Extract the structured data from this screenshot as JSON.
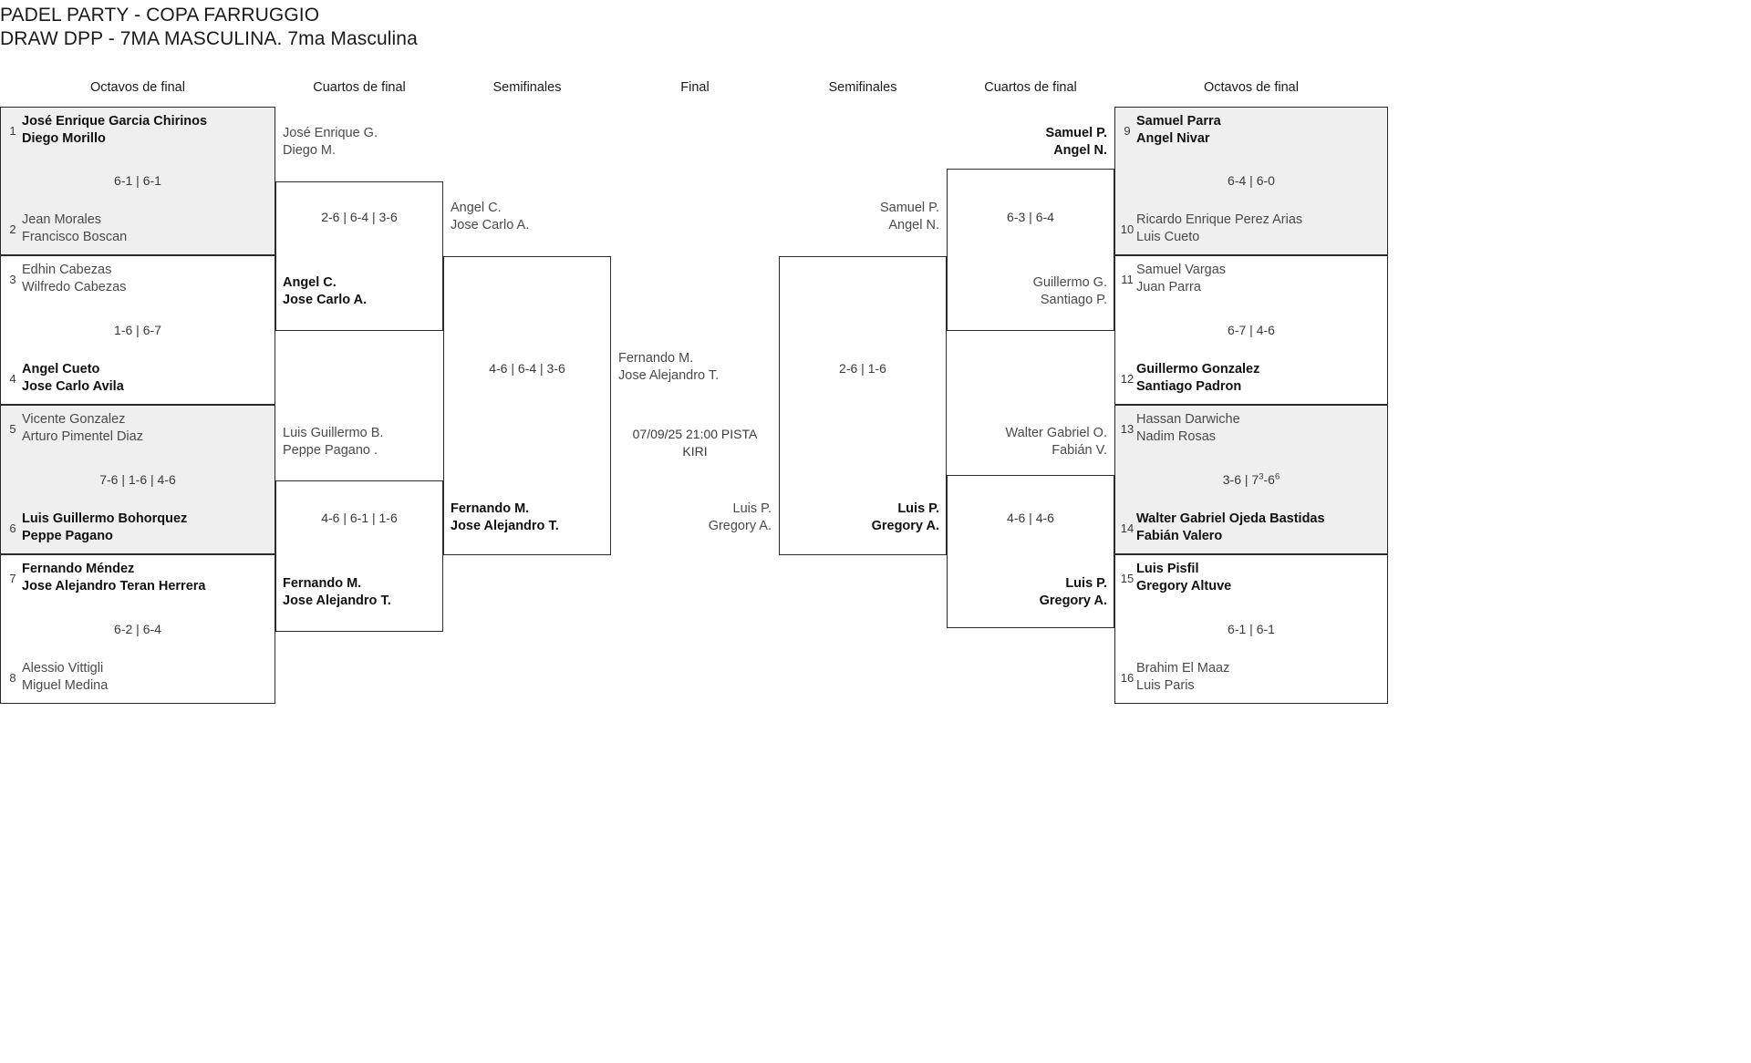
{
  "header": {
    "line1": "PADEL PARTY - COPA FARRUGGIO",
    "line2": "DRAW DPP - 7MA MASCULINA. 7ma Masculina"
  },
  "rounds": {
    "l_octavos": "Octavos de final",
    "l_cuartos": "Cuartos de final",
    "l_semis": "Semifinales",
    "final": "Final",
    "r_semis": "Semifinales",
    "r_cuartos": "Cuartos de final",
    "r_octavos": "Octavos de final"
  },
  "left": {
    "octavos": [
      {
        "seed_a": "1",
        "a1": "José Enrique Garcia Chirinos",
        "a2": "Diego Morillo",
        "a_win": true,
        "seed_b": "2",
        "b1": "Jean Morales",
        "b2": "Francisco Boscan",
        "b_win": false,
        "score": "6-1 | 6-1"
      },
      {
        "seed_a": "3",
        "a1": "Edhin Cabezas",
        "a2": "Wilfredo Cabezas",
        "a_win": false,
        "seed_b": "4",
        "b1": "Angel Cueto",
        "b2": "Jose Carlo Avila",
        "b_win": true,
        "score": "1-6 | 6-7"
      },
      {
        "seed_a": "5",
        "a1": "Vicente Gonzalez",
        "a2": "Arturo Pimentel Diaz",
        "a_win": false,
        "seed_b": "6",
        "b1": "Luis Guillermo Bohorquez",
        "b2": "Peppe Pagano",
        "b_win": true,
        "score": "7-6 | 1-6 | 4-6"
      },
      {
        "seed_a": "7",
        "a1": "Fernando Méndez",
        "a2": "Jose Alejandro Teran Herrera",
        "a_win": true,
        "seed_b": "8",
        "b1": "Alessio Vittigli",
        "b2": "Miguel Medina",
        "b_win": false,
        "score": "6-2 | 6-4"
      }
    ],
    "cuartos": [
      {
        "a1": "José Enrique G.",
        "a2": "Diego M.",
        "a_win": false,
        "b1": "Angel C.",
        "b2": "Jose Carlo A.",
        "b_win": true,
        "score": "2-6 | 6-4 | 3-6"
      },
      {
        "a1": "Luis Guillermo B.",
        "a2": "Peppe Pagano .",
        "a_win": false,
        "b1": "Fernando M.",
        "b2": "Jose Alejandro T.",
        "b_win": true,
        "score": "4-6 | 6-1 | 1-6"
      }
    ],
    "semis": [
      {
        "a1": "Angel C.",
        "a2": "Jose Carlo A.",
        "a_win": false,
        "b1": "Fernando M.",
        "b2": "Jose Alejandro T.",
        "b_win": true,
        "score": "4-6 | 6-4 | 3-6"
      }
    ]
  },
  "final": {
    "top1": "Fernando M.",
    "top2": "Jose Alejandro T.",
    "info_line1": "07/09/25 21:00 PISTA",
    "info_line2": "KIRI",
    "bot1": "Luis P.",
    "bot2": "Gregory A."
  },
  "right": {
    "octavos": [
      {
        "seed_a": "9",
        "a1": "Samuel Parra",
        "a2": "Angel Nivar",
        "a_win": true,
        "seed_b": "10",
        "b1": "Ricardo Enrique Perez Arias",
        "b2": "Luis Cueto",
        "b_win": false,
        "score": "6-4 | 6-0"
      },
      {
        "seed_a": "11",
        "a1": "Samuel Vargas",
        "a2": "Juan Parra",
        "a_win": false,
        "seed_b": "12",
        "b1": "Guillermo Gonzalez",
        "b2": "Santiago Padron",
        "b_win": true,
        "score": "6-7 | 4-6"
      },
      {
        "seed_a": "13",
        "a1": "Hassan Darwiche",
        "a2": "Nadim Rosas",
        "a_win": false,
        "seed_b": "14",
        "b1": "Walter Gabriel Ojeda Bastidas",
        "b2": "Fabián Valero",
        "b_win": true,
        "score_html": "3-6 | 7<sup>3</sup>-6<sup>6</sup>"
      },
      {
        "seed_a": "15",
        "a1": "Luis Pisfil",
        "a2": "Gregory Altuve",
        "a_win": true,
        "seed_b": "16",
        "b1": "Brahim El Maaz",
        "b2": "Luis Paris",
        "b_win": false,
        "score": "6-1 | 6-1"
      }
    ],
    "cuartos": [
      {
        "a1": "Samuel P.",
        "a2": "Angel N.",
        "a_win": true,
        "b1": "Guillermo G.",
        "b2": "Santiago P.",
        "b_win": false,
        "score": "6-3 | 6-4"
      },
      {
        "a1": "Walter Gabriel O.",
        "a2": "Fabián V.",
        "a_win": false,
        "b1": "Luis P.",
        "b2": "Gregory A.",
        "b_win": true,
        "score": "4-6 | 4-6"
      }
    ],
    "semis": [
      {
        "a1": "Samuel P.",
        "a2": "Angel N.",
        "a_win": false,
        "b1": "Luis P.",
        "b2": "Gregory A.",
        "b_win": true,
        "score": "2-6 | 1-6"
      }
    ]
  },
  "colors": {
    "shade": "#efefef",
    "border": "#2b2b2b",
    "text": "#1a1a1a",
    "muted": "#4a4a4a"
  }
}
